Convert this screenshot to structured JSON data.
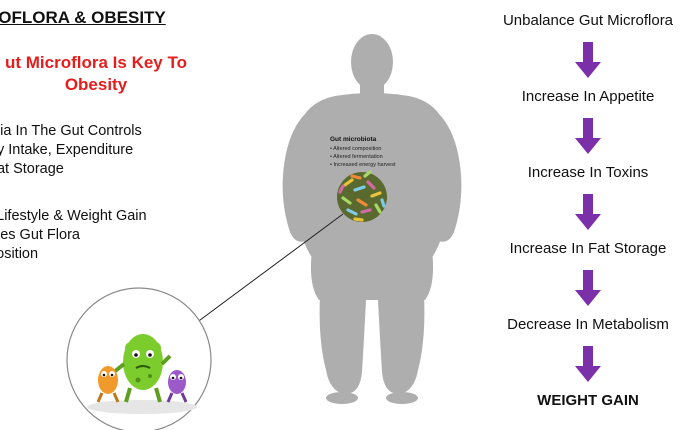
{
  "slide": {
    "title": "ROFLORA & OBESITY",
    "subtitle_line1": "ut Microflora Is Key To",
    "subtitle_line2": "Obesity",
    "bullets": [
      "cteria In The Gut Controls\nergy Intake, Expenditure\nd Fat Storage",
      "et, Lifestyle & Weight Gain\nanges Gut Flora\nmposition"
    ]
  },
  "figure": {
    "gut_title": "Gut microbiota",
    "gut_items": [
      "• Altered composition",
      "• Altered fermentation",
      "• Increased energy harvest"
    ]
  },
  "flow": {
    "steps": [
      "Unbalance Gut Microflora",
      "Increase In Appetite",
      "Increase In Toxins",
      "Increase In Fat Storage",
      "Decrease In Metabolism",
      "WEIGHT GAIN"
    ],
    "arrow_color": "#7b2fa8"
  },
  "colors": {
    "silhouette": "#aeaeae",
    "accent_red": "#e41d1d"
  }
}
